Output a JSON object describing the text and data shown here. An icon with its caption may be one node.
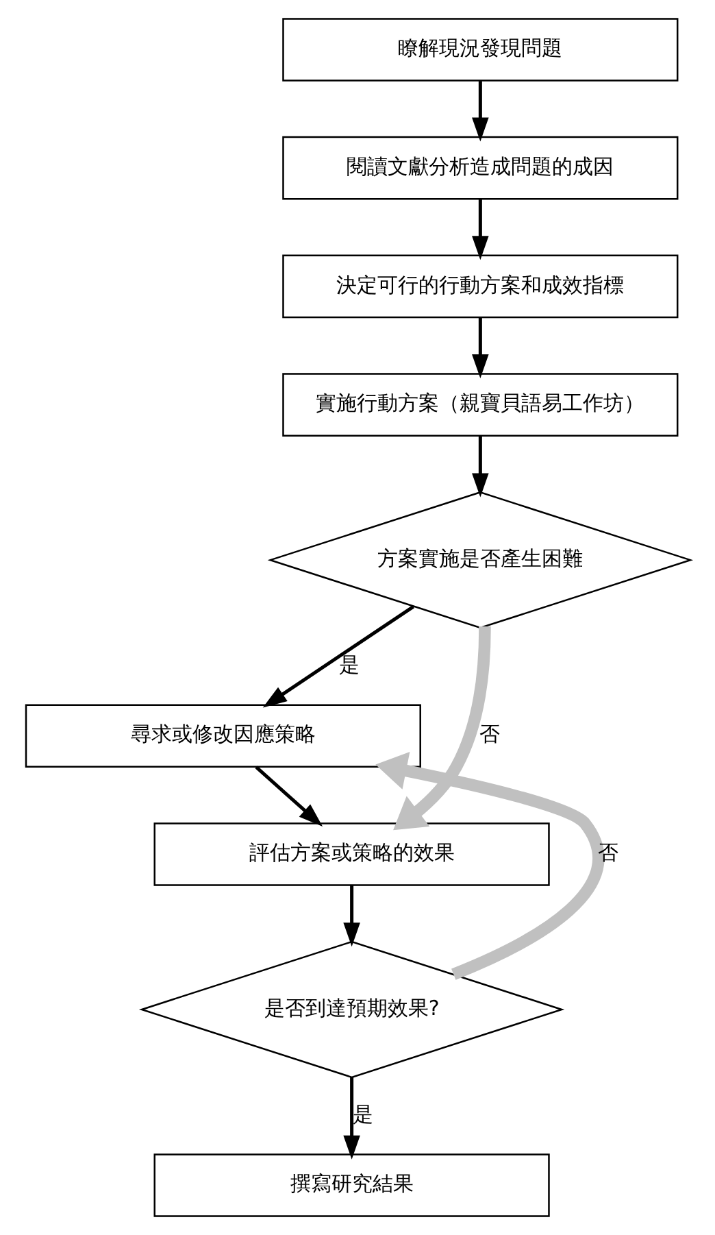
{
  "diagram": {
    "nodes": [
      {
        "text": [
          "瞭解現況發現問題"
        ]
      },
      {
        "text": [
          "閱讀文獻分析造成問題的成因"
        ]
      },
      {
        "text": [
          "決定可行的行動方案和成效指標"
        ]
      },
      {
        "text": [
          "實施行動方案（親寶貝語易工作坊）"
        ]
      },
      {
        "text": [
          "方案實施是否產生困難"
        ]
      },
      {
        "text": [
          "尋求或修改因應策略"
        ]
      },
      {
        "text": [
          "評估方案或策略的效果"
        ]
      },
      {
        "text": [
          "是否到達預期效果?"
        ]
      },
      {
        "text": [
          "撰寫研究結果"
        ]
      }
    ],
    "edges": [
      {
        "from": 0,
        "to": 1,
        "arrow": "to"
      },
      {
        "from": 1,
        "to": 2,
        "arrow": "to"
      },
      {
        "from": 2,
        "to": 3,
        "arrow": "to"
      },
      {
        "from": 3,
        "to": 4,
        "arrow": "to"
      },
      {
        "from": 4,
        "to": 5,
        "arrow": "to",
        "label": "是"
      },
      {
        "from": 4,
        "to": 6,
        "arrow": "to",
        "label": "否",
        "style": "thick",
        "color": "#c0c0c0"
      },
      {
        "from": 5,
        "to": 6,
        "arrow": "to"
      },
      {
        "from": 6,
        "to": 7,
        "arrow": "to"
      },
      {
        "from": 7,
        "to": 5,
        "arrow": "to",
        "label": "否",
        "style": "thick",
        "color": "#c0c0c0"
      },
      {
        "from": 7,
        "to": 8,
        "arrow": "to",
        "label": "是"
      }
    ]
  }
}
